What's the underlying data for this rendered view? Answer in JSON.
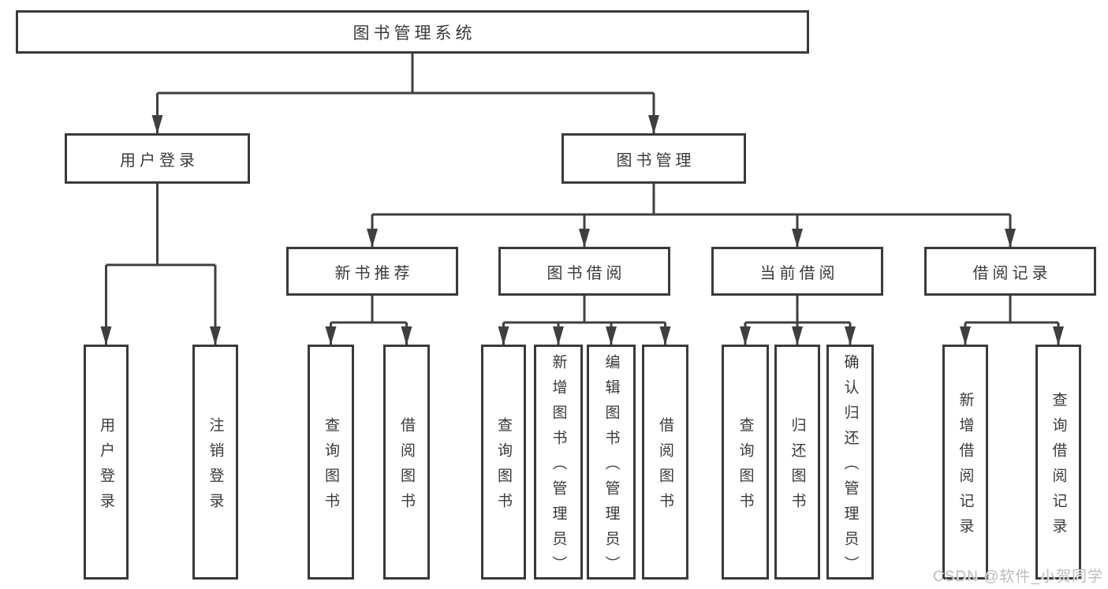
{
  "diagram": {
    "type": "functional-structure-tree",
    "tree": {
      "label": "图书管理系统",
      "children": [
        {
          "label": "用户登录",
          "children": [
            {
              "label": "用户登录"
            },
            {
              "label": "注销登录"
            }
          ]
        },
        {
          "label": "图书管理",
          "children": [
            {
              "label": "新书推荐",
              "children": [
                {
                  "label": "查询图书"
                },
                {
                  "label": "借阅图书"
                }
              ]
            },
            {
              "label": "图书借阅",
              "children": [
                {
                  "label": "查询图书"
                },
                {
                  "label": "新增图书（管理员）"
                },
                {
                  "label": "编辑图书（管理员）"
                },
                {
                  "label": "借阅图书"
                }
              ]
            },
            {
              "label": "当前借阅",
              "children": [
                {
                  "label": "查询图书"
                },
                {
                  "label": "归还图书"
                },
                {
                  "label": "确认归还（管理员）"
                }
              ]
            },
            {
              "label": "借阅记录",
              "children": [
                {
                  "label": "新增借阅记录"
                },
                {
                  "label": "查询借阅记录"
                }
              ]
            }
          ]
        }
      ]
    }
  },
  "watermark": {
    "text": "CSDN @软件_小贺同学"
  },
  "colors": {
    "line": "#3f3f3f",
    "box_border": "#3a3a3a",
    "box_fill": "#ffffff",
    "text": "#3a3a3a",
    "watermark": "#bcbcbc",
    "background": "#ffffff"
  }
}
